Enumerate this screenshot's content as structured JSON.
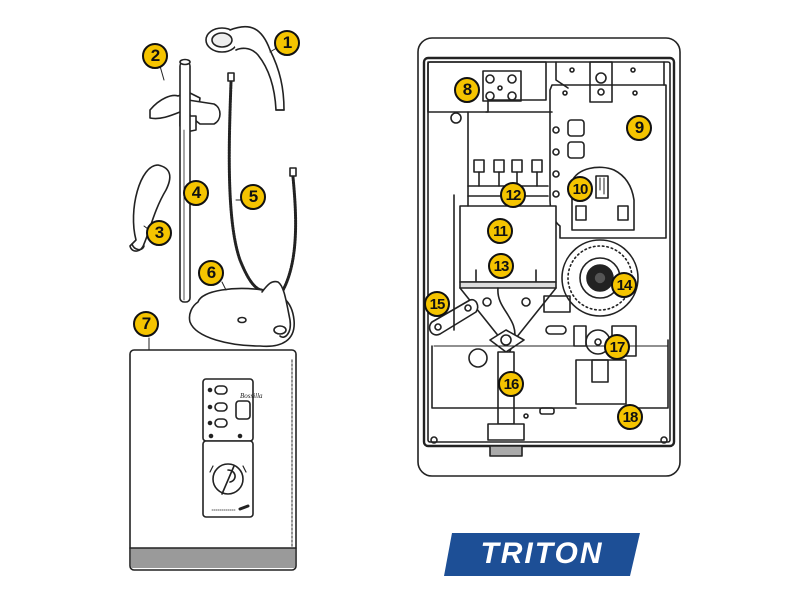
{
  "diagram": {
    "title": "Triton shower parts diagram",
    "brand_logo": "TRITON",
    "panel_brand": "Bossilla",
    "colors": {
      "badge_fill": "#f5c400",
      "badge_outline": "#111111",
      "logo_blue": "#1d4f96",
      "line": "#222222"
    },
    "callouts": [
      {
        "id": "1",
        "label": "1"
      },
      {
        "id": "2",
        "label": "2"
      },
      {
        "id": "3",
        "label": "3"
      },
      {
        "id": "4",
        "label": "4"
      },
      {
        "id": "5",
        "label": "5"
      },
      {
        "id": "6",
        "label": "6"
      },
      {
        "id": "7",
        "label": "7"
      },
      {
        "id": "8",
        "label": "8"
      },
      {
        "id": "9",
        "label": "9"
      },
      {
        "id": "10",
        "label": "10"
      },
      {
        "id": "11",
        "label": "11"
      },
      {
        "id": "12",
        "label": "12"
      },
      {
        "id": "13",
        "label": "13"
      },
      {
        "id": "14",
        "label": "14"
      },
      {
        "id": "15",
        "label": "15"
      },
      {
        "id": "16",
        "label": "16"
      },
      {
        "id": "17",
        "label": "17"
      },
      {
        "id": "18",
        "label": "18"
      }
    ]
  }
}
